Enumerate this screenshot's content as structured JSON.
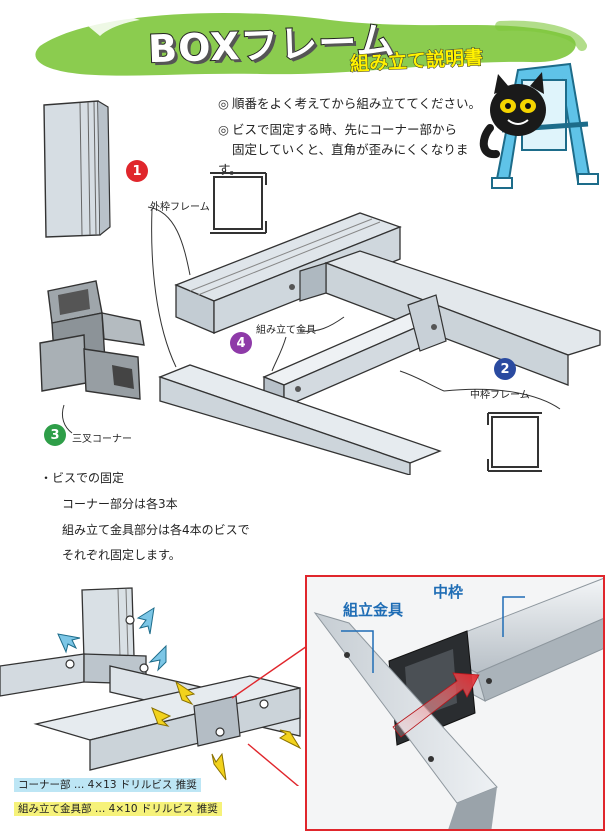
{
  "header": {
    "title": "BOXフレーム",
    "subtitle": "組み立て説明書"
  },
  "notes": [
    "順番をよく考えてから組み立ててください。",
    "ビスで固定する時、先にコーナー部から",
    "固定していくと、直角が歪みにくくなります。"
  ],
  "note_bullet": "◎",
  "parts": [
    {
      "number": "1",
      "label": "外枠フレーム",
      "color": "#e0262c"
    },
    {
      "number": "2",
      "label": "中枠フレーム",
      "color": "#2a4aa0"
    },
    {
      "number": "3",
      "label": "三叉コーナー",
      "color": "#2e9e48"
    },
    {
      "number": "4",
      "label": "組み立て金具",
      "color": "#8e3aa8"
    }
  ],
  "fixing": {
    "heading": "・ビスでの固定",
    "lines": [
      "コーナー部分は各3本",
      "組み立て金具部分は各4本のビスで",
      "それぞれ固定します。"
    ]
  },
  "legend": [
    {
      "text": "コーナー部 … 4×13 ドリルビス 推奨",
      "color": "#bde6f5"
    },
    {
      "text": "組み立て金具部 … 4×10 ドリルビス 推奨",
      "color": "#f6f27a"
    }
  ],
  "inset": {
    "label_bracket": "組立金具",
    "label_inner": "中枠",
    "border_color": "#e0262c",
    "label_color": "#1f6db5"
  },
  "icons": [
    "cat-with-easel-icon",
    "screw-arrow-icon"
  ]
}
